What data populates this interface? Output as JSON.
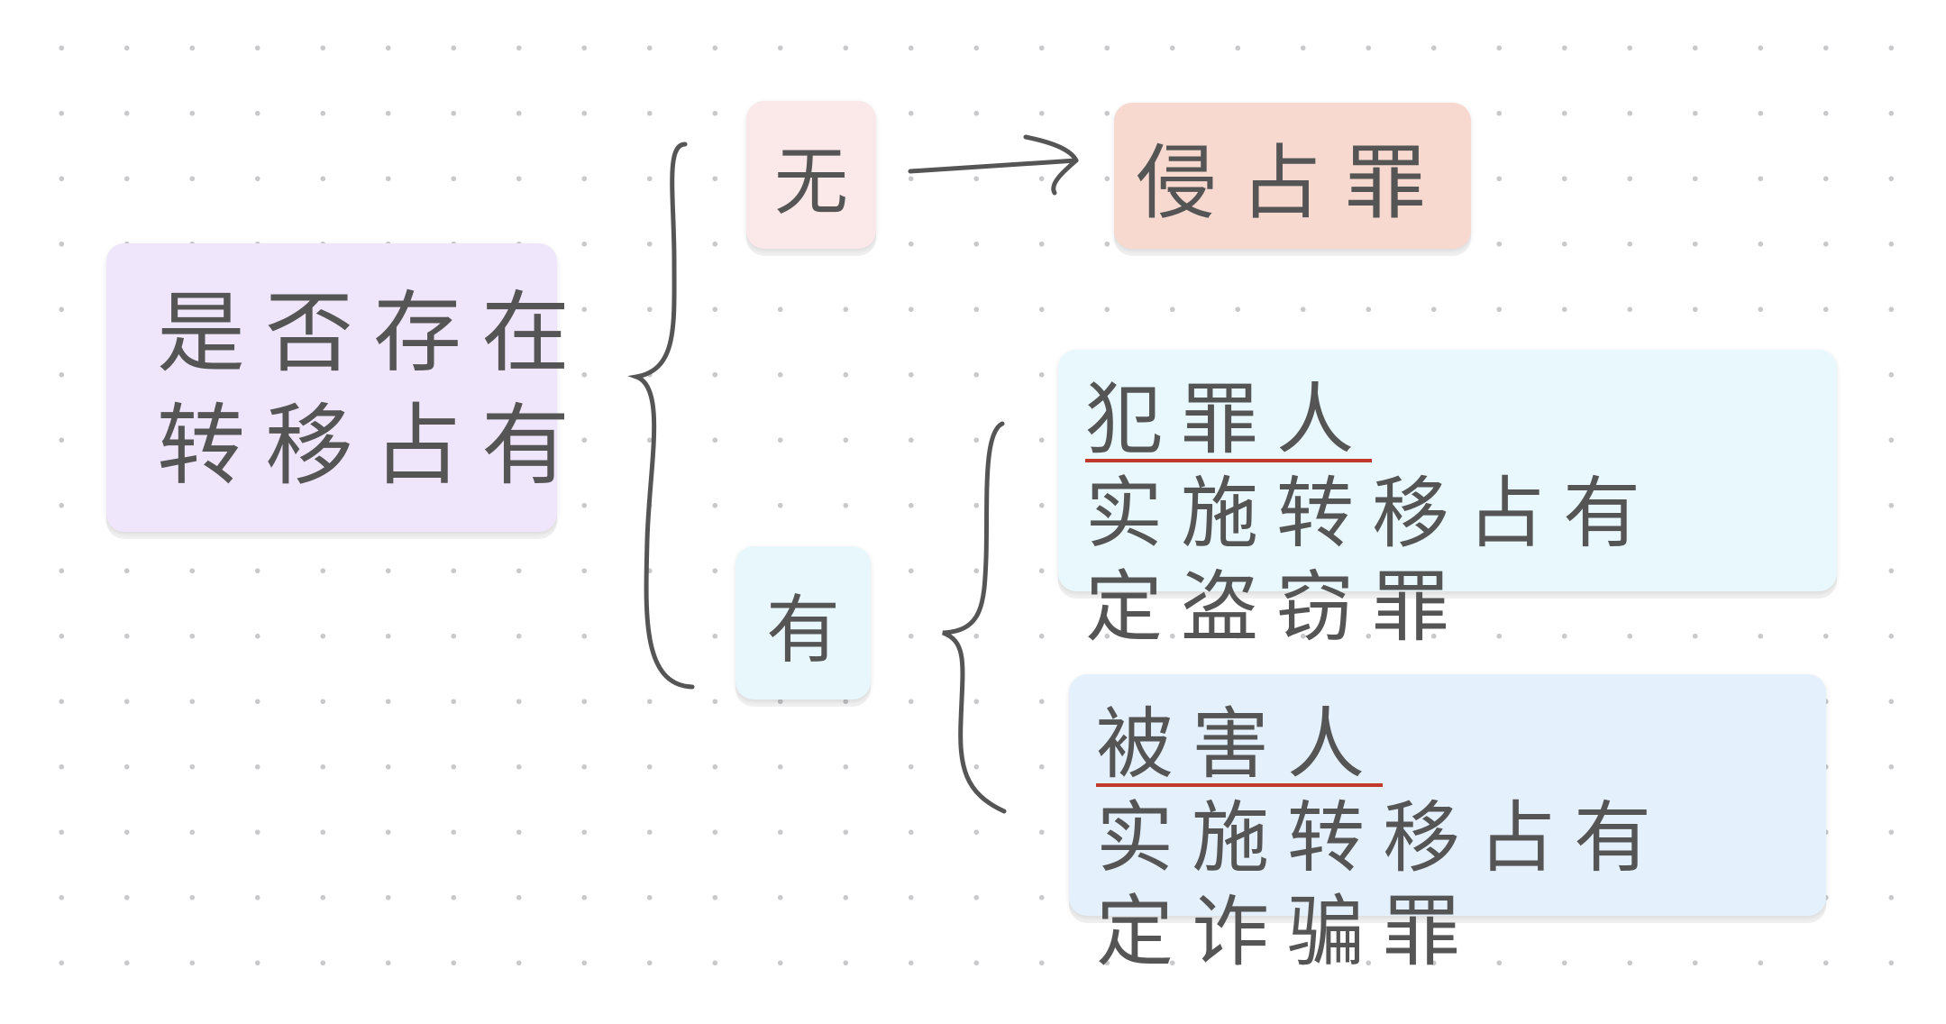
{
  "root": {
    "line1": "是否存在",
    "line2": "转移占有"
  },
  "branch_no": {
    "label": "无",
    "result": "侵占罪"
  },
  "branch_yes": {
    "label": "有",
    "case_a": {
      "subject": "犯罪人",
      "action": "实施转移占有",
      "verdict": "定盗窃罪"
    },
    "case_b": {
      "subject": "被害人",
      "action": "实施转移占有",
      "verdict": "定诈骗罪"
    }
  },
  "colors": {
    "root": "#f0e6fb",
    "no_node": "#fbe8e8",
    "no_result": "#f7d9d0",
    "yes_node": "#e8f7fc",
    "case_a": "#e9f8fd",
    "case_b": "#e4f0fb",
    "underline": "#c0392b",
    "stroke": "#555555"
  }
}
